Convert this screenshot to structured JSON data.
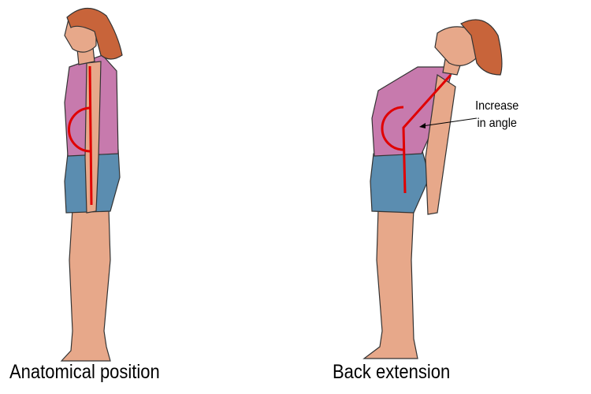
{
  "figures": [
    {
      "caption": "Anatomical position"
    },
    {
      "caption": "Back extension",
      "annotation": {
        "line1": "Increase",
        "line2": "in angle"
      }
    }
  ],
  "colors": {
    "skin": "#e7a88a",
    "hair": "#c8643a",
    "shirt": "#c77aad",
    "shorts": "#5b8db0",
    "angle_line": "#e00000"
  }
}
